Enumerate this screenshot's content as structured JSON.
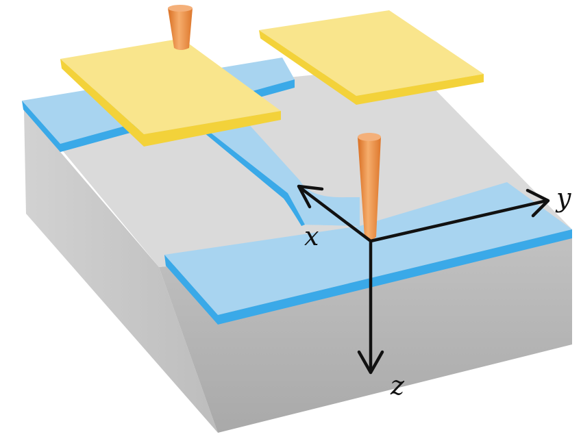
{
  "axes": {
    "x_label": "x",
    "y_label": "y",
    "z_label": "z"
  },
  "colors": {
    "background": "#ffffff",
    "substrate_top": "#d9d9d9",
    "substrate_left": "#bfbfbf",
    "substrate_front": "#b4b4b4",
    "waveguide_top": "#a8d4f0",
    "waveguide_edge": "#3aa9e8",
    "electrode_top": "#f9e58c",
    "electrode_edge": "#f3d23a",
    "tip_light": "#f2a15f",
    "tip_dark": "#e07a2e",
    "axis": "#111111"
  },
  "icons": {
    "probe": "conical-probe-tip-icon"
  }
}
